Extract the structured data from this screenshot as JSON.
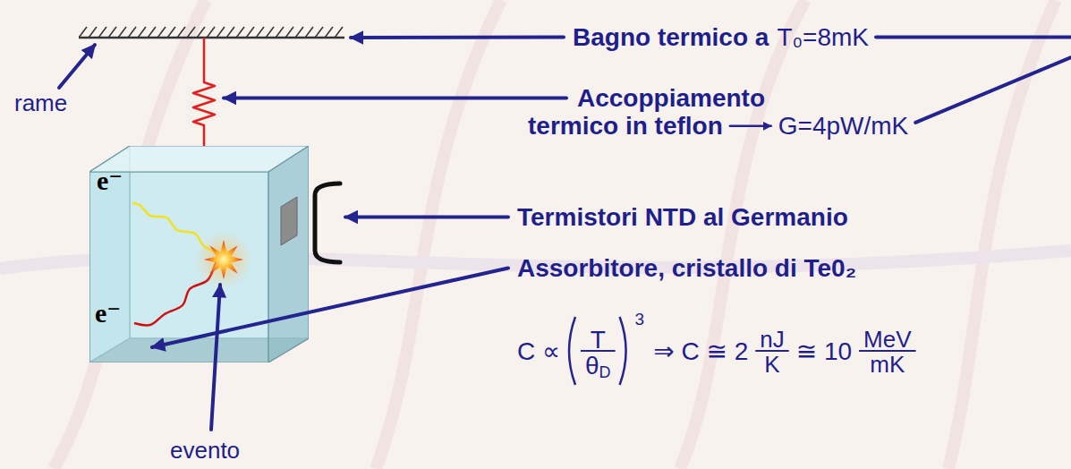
{
  "diagram": {
    "nodes": [
      {
        "text": [
          "e⁻",
          "e⁻"
        ]
      }
    ],
    "labels": [
      "rame",
      "Bagno termico a",
      "T₀=8mK",
      "Accoppiamento termico in teflon",
      "G=4pW/mK",
      "Termistori NTD al Germanio",
      "Assorbitore, cristallo di Te0₂",
      "C ∝",
      "T",
      "θ",
      "D",
      "3",
      "⇒ C ≅ 2",
      "nJ",
      "K",
      "≅ 10",
      "MeV",
      "mK",
      "evento"
    ]
  }
}
